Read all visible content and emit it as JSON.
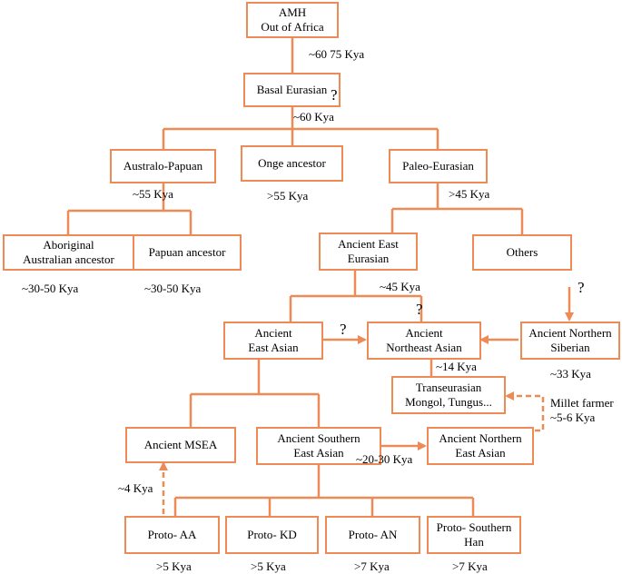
{
  "nodes": {
    "amh": "AMH\nOut of Africa",
    "basal_eurasian": "Basal Eurasian",
    "australo_papuan": "Australo-Papuan",
    "onge_ancestor": "Onge ancestor",
    "paleo_eurasian": "Paleo-Eurasian",
    "aboriginal_australian": "Aboriginal\nAustralian ancestor",
    "papuan_ancestor": "Papuan ancestor",
    "ancient_east_eurasian": "Ancient East\nEurasian",
    "others": "Others",
    "ancient_east_asian": "Ancient\nEast Asian",
    "ancient_northeast_asian": "Ancient\nNortheast Asian",
    "ancient_northern_siberian": "Ancient Northern\nSiberian",
    "transeurasian": "Transeurasian\nMongol, Tungus...",
    "ancient_msea": "Ancient  MSEA",
    "ancient_southern_east_asian": "Ancient Southern\nEast Asian",
    "ancient_northern_east_asian": "Ancient Northern\nEast Asian",
    "proto_aa": "Proto- AA",
    "proto_kd": "Proto- KD",
    "proto_an": "Proto- AN",
    "proto_southern_han": "Proto- Southern\nHan"
  },
  "labels": {
    "amh_date": "~60 75 Kya",
    "basal_date": "~60 Kya",
    "australo_date": "~55 Kya",
    "onge_date": ">55 Kya",
    "paleo_date": ">45 Kya",
    "aboriginal_date": "~30-50 Kya",
    "papuan_date": "~30-50 Kya",
    "east_eurasian_date": "~45 Kya",
    "siberian_date": "~33 Kya",
    "northeast_date": "~14 Kya",
    "millet": "Millet farmer\n~5-6 Kya",
    "southern_date": "~20-30 Kya",
    "msea_date": "~4 Kya",
    "proto_aa_date": ">5 Kya",
    "proto_kd_date": ">5 Kya",
    "proto_an_date": ">7 Kya",
    "proto_han_date": ">7 Kya",
    "q": "?"
  },
  "colors": {
    "line": "#ee8a55"
  }
}
